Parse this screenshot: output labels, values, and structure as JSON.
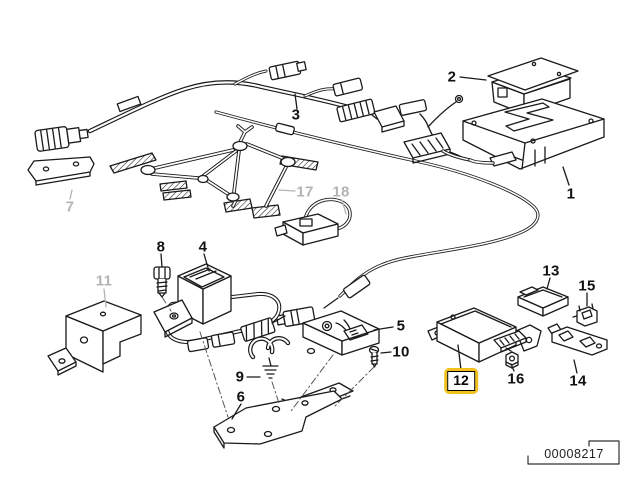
{
  "diagram_number": "00008217",
  "highlighted_part": "12",
  "muted_parts": [
    "7",
    "11",
    "17",
    "18"
  ],
  "colors": {
    "highlight": "#F2C01B",
    "line": "#1a1a1a",
    "muted_label": "#b3b3b3",
    "label": "#111111",
    "background": "#ffffff"
  },
  "parts": [
    {
      "num": "1"
    },
    {
      "num": "2"
    },
    {
      "num": "3"
    },
    {
      "num": "4"
    },
    {
      "num": "5"
    },
    {
      "num": "6"
    },
    {
      "num": "7"
    },
    {
      "num": "8"
    },
    {
      "num": "9"
    },
    {
      "num": "10"
    },
    {
      "num": "11"
    },
    {
      "num": "12"
    },
    {
      "num": "13"
    },
    {
      "num": "14"
    },
    {
      "num": "15"
    },
    {
      "num": "16"
    },
    {
      "num": "17"
    },
    {
      "num": "18"
    }
  ]
}
